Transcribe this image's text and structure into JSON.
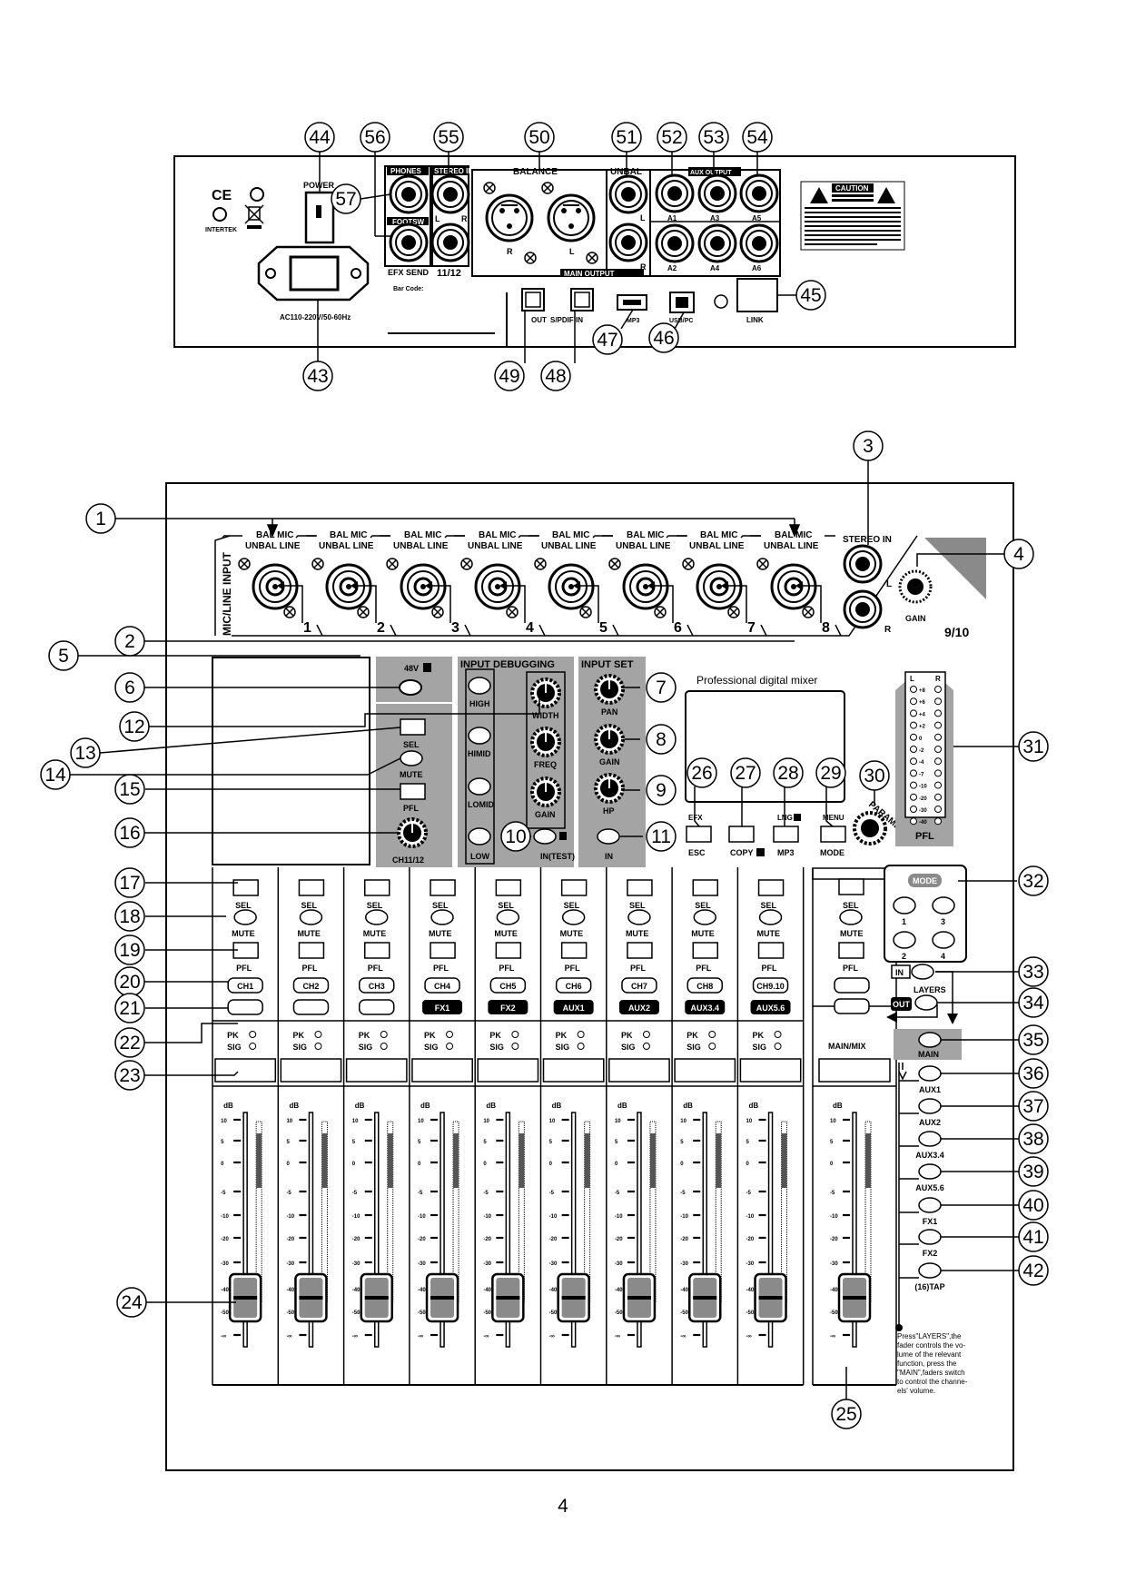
{
  "page_number": "4",
  "rear_panel": {
    "power_label": "POWER",
    "phones_label": "PHONES",
    "footsw_label": "FOOTSW",
    "efx_send_label": "EFX SEND",
    "stereo_in_label": "STEREO IN",
    "ch_11_12_label": "11/12",
    "l": "L",
    "r": "R",
    "balance_label": "BALANCE",
    "unbal_label": "UNBAL",
    "main_output_label": "MAIN OUTPUT",
    "aux_output_label": "AUX OUTPUT",
    "aux_jacks": [
      "A1",
      "A3",
      "A5",
      "A2",
      "A4",
      "A6"
    ],
    "ac_label": "AC110-220V/50-60Hz",
    "barcode_label": "Bar Code:",
    "out_label": "OUT",
    "spdif_in_label": "S/PDIF IN",
    "mp3_label": "MP3",
    "usb_label": "USB/PC",
    "link_label": "LINK",
    "caution_title": "CAUTION",
    "intertek_label": "INTERTEK",
    "ce_label": "CE"
  },
  "callouts_rear": [
    "44",
    "56",
    "55",
    "50",
    "51",
    "52",
    "53",
    "54",
    "57",
    "45",
    "47",
    "46",
    "43",
    "49",
    "48"
  ],
  "front_panel": {
    "mic_line_input": "MIC/LINE INPUT",
    "input_label_1": "BAL MIC",
    "input_label_2": "UNBAL LINE",
    "channel_numbers": [
      "1",
      "2",
      "3",
      "4",
      "5",
      "6",
      "7",
      "8"
    ],
    "stereo_in": "STEREO IN",
    "gain": "GAIN",
    "ch_9_10": "9/10",
    "phantom": "48V",
    "input_debugging": "INPUT DEBUGGING",
    "eq_buttons": [
      "HIGH",
      "HIMID",
      "LOMID",
      "LOW"
    ],
    "eq_knobs": [
      "WIDTH",
      "FREQ",
      "GAIN"
    ],
    "in_test": "IN(TEST)",
    "input_set": "INPUT SET",
    "input_set_knobs": [
      "PAN",
      "GAIN",
      "HP"
    ],
    "input_set_in": "IN",
    "sel": "SEL",
    "mute": "MUTE",
    "pfl": "PFL",
    "ch11_12": "CH11/12",
    "display_title": "Professional digital mixer",
    "func_top": [
      "EFX",
      "",
      "LNG",
      "MENU"
    ],
    "func_bottom": [
      "ESC",
      "COPY",
      "MP3",
      "MODE"
    ],
    "parameter": "PARAMETER",
    "meter_lr": [
      "L",
      "R"
    ],
    "meter_scale": [
      "+8",
      "+6",
      "+4",
      "+2",
      "0",
      "-2",
      "-4",
      "-7",
      "-10",
      "-20",
      "-30",
      "-40"
    ],
    "meter_pfl": "PFL",
    "strip_channels": [
      "CH1",
      "CH2",
      "CH3",
      "CH4",
      "CH5",
      "CH6",
      "CH7",
      "CH8",
      "CH9.10"
    ],
    "strip_layers": [
      "",
      "",
      "",
      "FX1",
      "FX2",
      "AUX1",
      "AUX2",
      "AUX3.4",
      "AUX5.6"
    ],
    "pk": "PK",
    "sig": "SIG",
    "main_mix": "MAIN/MIX",
    "db": "dB",
    "fader_scale": [
      "10",
      "5",
      "0",
      "-5",
      "-10",
      "-20",
      "-30",
      "-40",
      "-50",
      "-∞"
    ],
    "mode_btn": "MODE",
    "mode_nums": [
      "1",
      "3",
      "2",
      "4"
    ],
    "layers_in": "IN",
    "layers_out": "OUT",
    "layers": "LAYERS",
    "layer_buttons": [
      "MAIN",
      "AUX1",
      "AUX2",
      "AUX3.4",
      "AUX5.6",
      "FX1",
      "FX2",
      "(16)TAP"
    ],
    "note": [
      "Press\"LAYERS\",the",
      "fader controls the vo-",
      "lume of the relevant",
      "function, press the",
      "\"MAIN\",faders switch",
      "to control the channe-",
      "els' volume."
    ]
  },
  "callouts_front": [
    "1",
    "2",
    "3",
    "4",
    "5",
    "6",
    "7",
    "8",
    "9",
    "10",
    "11",
    "12",
    "13",
    "14",
    "15",
    "16",
    "17",
    "18",
    "19",
    "20",
    "21",
    "22",
    "23",
    "24",
    "25",
    "26",
    "27",
    "28",
    "29",
    "30",
    "31",
    "32",
    "33",
    "34",
    "35",
    "36",
    "37",
    "38",
    "39",
    "40",
    "41",
    "42"
  ]
}
